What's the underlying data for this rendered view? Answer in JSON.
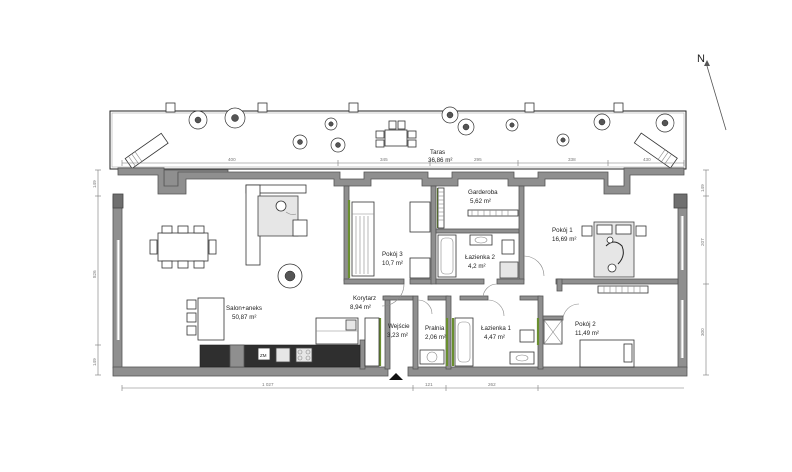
{
  "compass": {
    "label": "N"
  },
  "rooms": [
    {
      "id": "taras",
      "name": "Taras",
      "area": "36,86 m²"
    },
    {
      "id": "salon",
      "name": "Salon+aneks",
      "area": "50,87 m²"
    },
    {
      "id": "pokoj3",
      "name": "Pokój 3",
      "area": "10,7 m²"
    },
    {
      "id": "garderoba",
      "name": "Garderoba",
      "area": "5,62 m²"
    },
    {
      "id": "lazienka2",
      "name": "Łazienka 2",
      "area": "4,2 m²"
    },
    {
      "id": "pokoj1",
      "name": "Pokój 1",
      "area": "16,69 m²"
    },
    {
      "id": "korytarz",
      "name": "Korytarz",
      "area": "8,94 m²"
    },
    {
      "id": "wejscie",
      "name": "Wejście",
      "area": "3,23 m²"
    },
    {
      "id": "pralnia",
      "name": "Pralnia",
      "area": "2,06 m²"
    },
    {
      "id": "lazienka1",
      "name": "Łazienka 1",
      "area": "4,47 m²"
    },
    {
      "id": "pokoj2",
      "name": "Pokój 2",
      "area": "11,49 m²"
    }
  ],
  "fixtures": {
    "zm": "ZM"
  },
  "dimensions": {
    "top": [
      "400",
      "345",
      "295",
      "338",
      "430"
    ],
    "bottom": [
      "1 027",
      "121",
      "262"
    ],
    "left": [
      "149",
      "826",
      "149"
    ],
    "right": [
      "149",
      "207",
      "300"
    ]
  },
  "colors": {
    "wall": "#8f8f8f",
    "accent": "#6a8f2f",
    "kitchen": "#2f2f2f"
  }
}
